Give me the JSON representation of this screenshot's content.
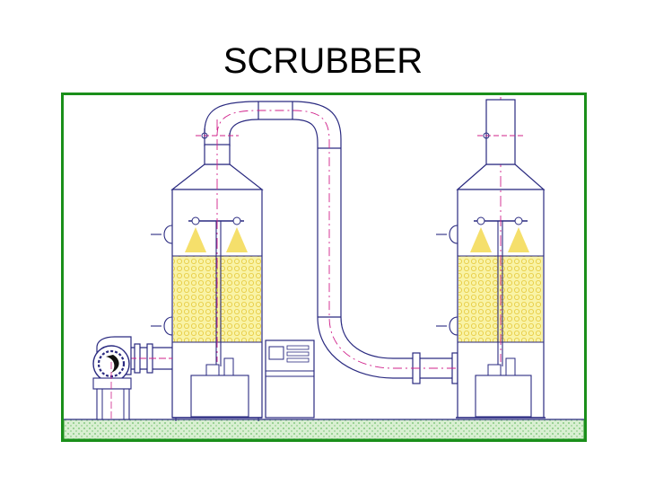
{
  "slide": {
    "title": "SCRUBBER"
  },
  "colors": {
    "frame": "#1a8f1a",
    "outline": "#2a2a80",
    "centerline": "#d0208a",
    "packing": "#f6ec6a",
    "spray": "#f2d43a",
    "ground": "#cfe9c8"
  },
  "components": [
    "frame",
    "ground-slab",
    "blower",
    "inlet-duct",
    "scrubber-tower-1",
    "scrubber-tower-2",
    "crossover-duct",
    "control-panel",
    "exhaust-stack"
  ]
}
